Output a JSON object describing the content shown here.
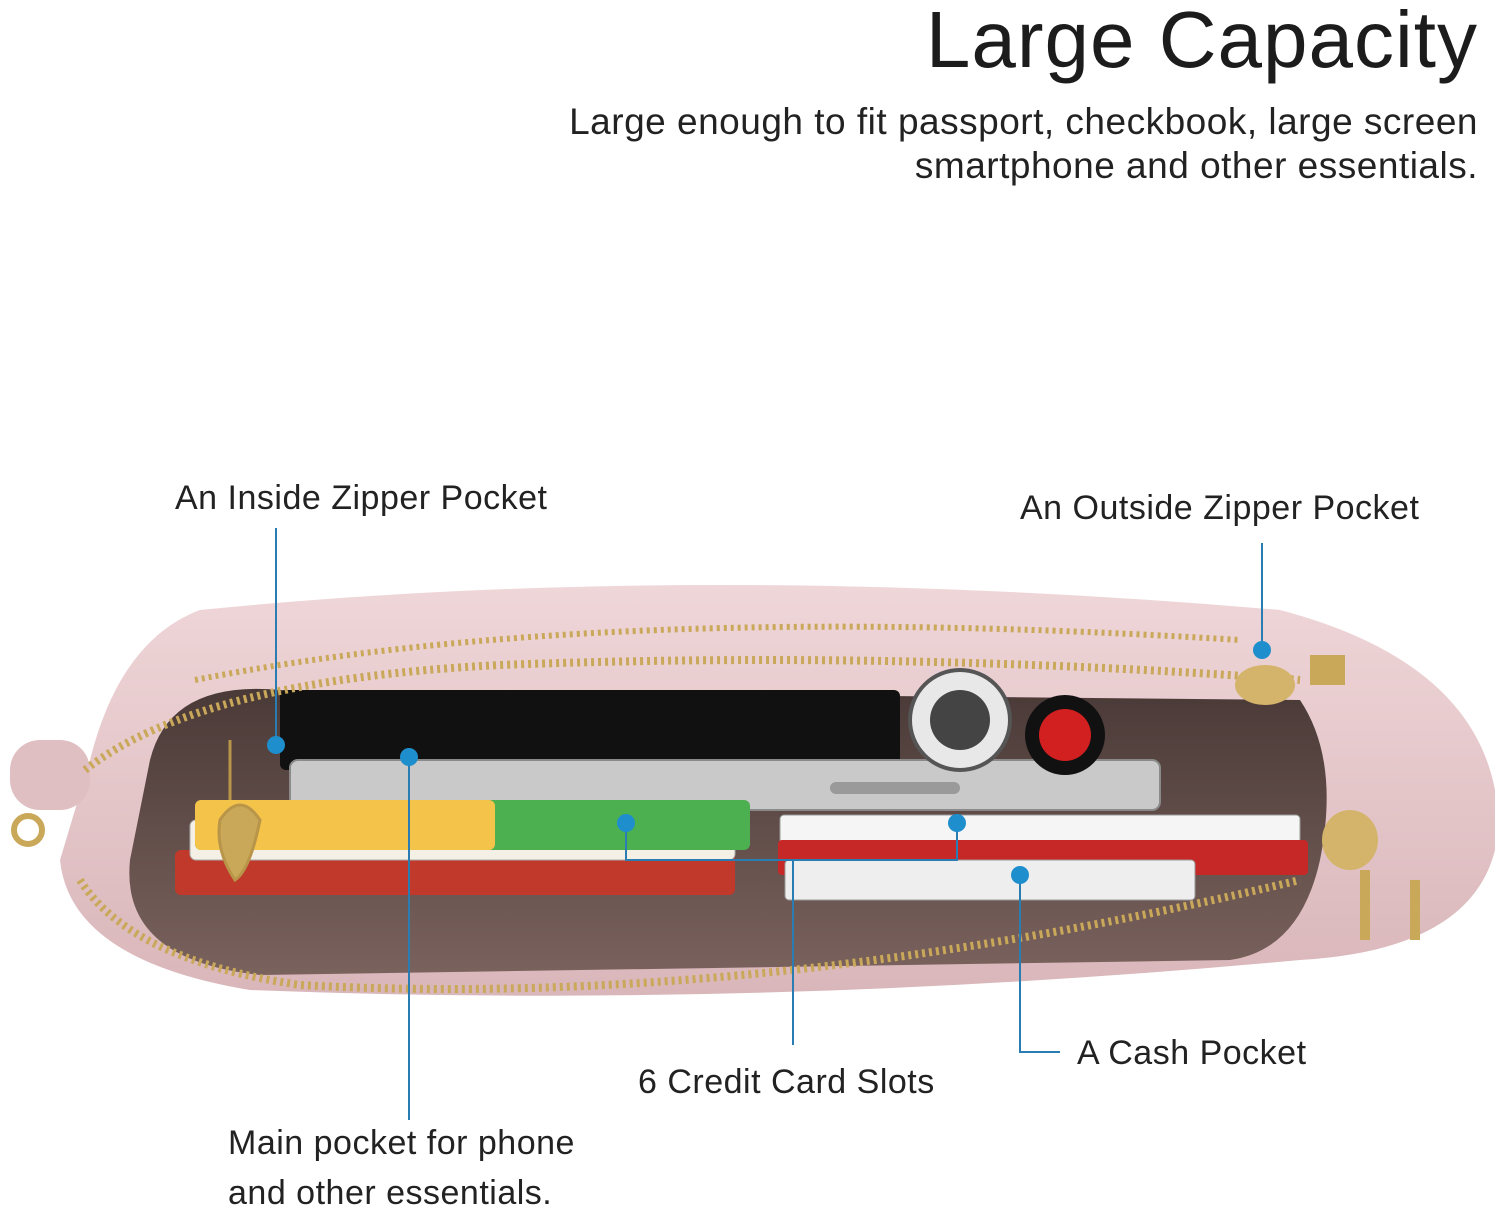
{
  "header": {
    "title": "Large Capacity",
    "subtitle_line1": "Large enough to fit passport, checkbook, large screen",
    "subtitle_line2": "smartphone and other essentials."
  },
  "callouts": {
    "inside_zipper": "An Inside Zipper Pocket",
    "outside_zipper": "An Outside Zipper Pocket",
    "cash_pocket": "A Cash Pocket",
    "card_slots": "6 Credit Card Slots",
    "main_pocket_line1": "Main pocket for phone",
    "main_pocket_line2": "and other essentials."
  },
  "colors": {
    "bag_pink": "#e8c9cc",
    "lining_brown": "#6b5652",
    "zipper_gold": "#c9a85a",
    "callout_blue": "#1f8ecd"
  }
}
